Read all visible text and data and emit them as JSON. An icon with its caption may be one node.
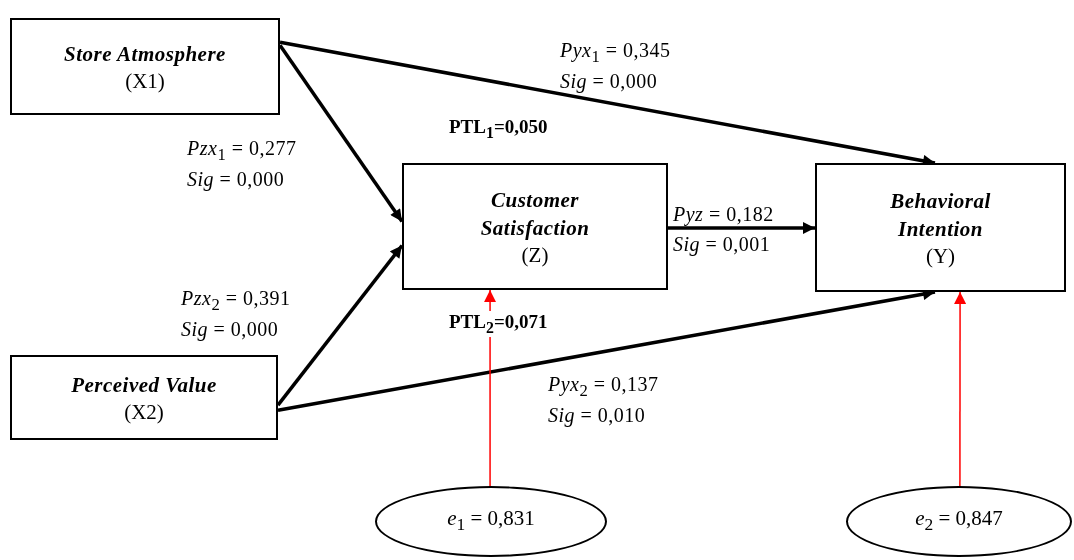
{
  "diagram": {
    "nodes": [
      {
        "text": [
          "Store Atmosphere",
          "(X1)"
        ]
      },
      {
        "text": [
          "Perceived Value",
          "(X2)"
        ]
      },
      {
        "text": [
          "Customer Satisfaction",
          "(Z)"
        ]
      },
      {
        "text": [
          "Behavioral Intention",
          "(Y)"
        ]
      },
      {
        "text": [
          "*e*$_{1}$ = 0,831"
        ]
      },
      {
        "text": [
          "*e*$_{2}$ = 0,847"
        ]
      }
    ],
    "edges": [
      {
        "from": 0,
        "to": 3,
        "arrow": "to",
        "label": "*Pyx*$_{1}$ = 0,345 *Sig* = 0,000"
      },
      {
        "from": 0,
        "to": 2,
        "arrow": "to",
        "label": "*Pzx*$_{1}$ = 0,277 *Sig* = 0,000"
      },
      {
        "from": 1,
        "to": 2,
        "arrow": "to",
        "label": "*Pzx*$_{2}$ = 0,391 *Sig* = 0,000"
      },
      {
        "from": 1,
        "to": 3,
        "arrow": "to",
        "label": "*Pyx*$_{2}$ = 0,137 *Sig* = 0,010"
      },
      {
        "from": 2,
        "to": 3,
        "arrow": "to",
        "label": "*Pyz* = 0,182 *Sig* = 0,001"
      },
      {
        "from": 4,
        "to": 2,
        "arrow": "to",
        "color": "#ff0000"
      },
      {
        "from": 5,
        "to": 3,
        "arrow": "to",
        "color": "#ff0000"
      }
    ],
    "labels": [
      "PTL$_{1}$=0,050",
      "PTL$_{2}$=0,071"
    ]
  }
}
